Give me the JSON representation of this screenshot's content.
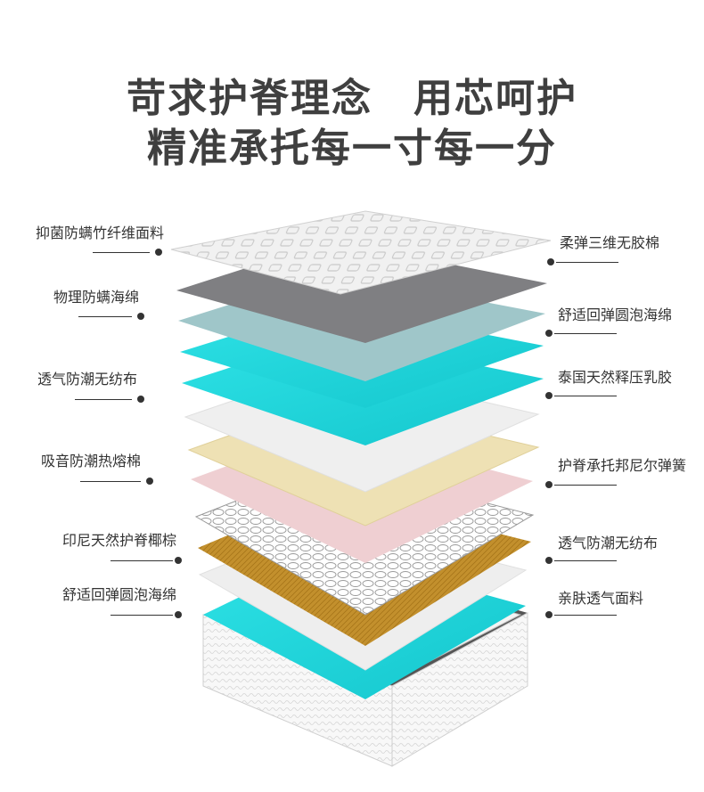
{
  "title": {
    "line1": "苛求护脊理念　用芯呵护",
    "line2": "精准承托每一寸每一分"
  },
  "labels_left": [
    "抑菌防螨竹纤维面料",
    "物理防螨海绵",
    "透气防潮无纺布",
    "吸音防潮热熔棉",
    "印尼天然护脊椰棕",
    "舒适回弹圆泡海绵"
  ],
  "labels_right": [
    "柔弹三维无胶棉",
    "舒适回弹圆泡海绵",
    "泰国天然释压乳胶",
    "护脊承托邦尼尔弹簧",
    "透气防潮无纺布",
    "亲肤透气面料"
  ],
  "colors": {
    "title": "#3f3f3f",
    "text": "#333333",
    "fabric_top": "#eeeeee",
    "gray_foam": "#7f7f82",
    "blue_gray_foam": "#9fc6c9",
    "cyan_layer": "#22d7dc",
    "white_cotton": "#efefef",
    "latex": "#eee1b4",
    "pink_layer": "#efcfd2",
    "coir": "#c08d2b",
    "mattress_side": "#f7f7f7"
  }
}
